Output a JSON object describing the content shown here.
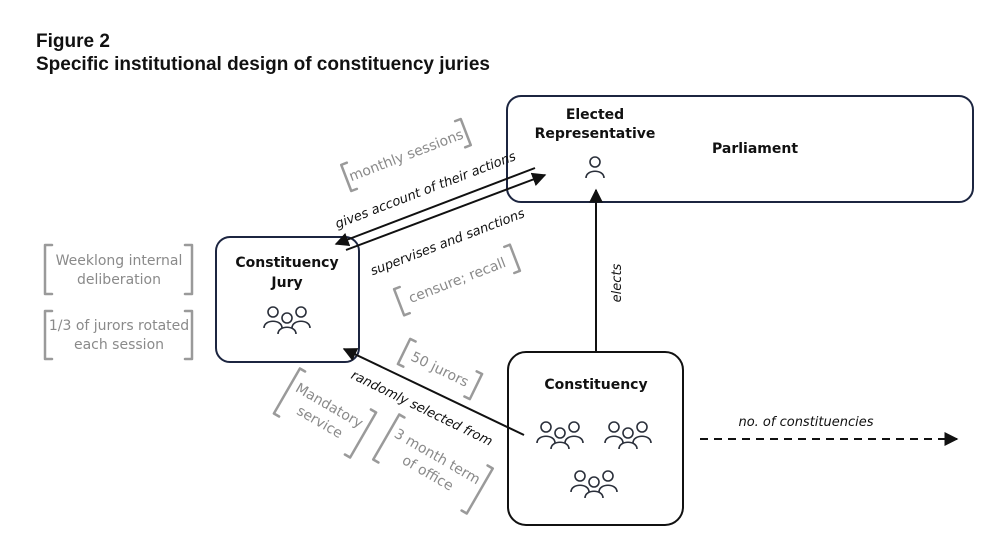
{
  "figure": {
    "label": "Figure 2",
    "title": "Specific institutional design of constituency juries"
  },
  "nodes": {
    "parliament": "Parliament",
    "elected_rep_line1": "Elected",
    "elected_rep_line2": "Representative",
    "jury_line1": "Constituency",
    "jury_line2": "Jury",
    "constituency": "Constituency"
  },
  "edges": {
    "gives_account": "gives account of their actions",
    "supervises": "supervises and sanctions",
    "elects": "elects",
    "randomly_selected": "randomly selected from",
    "no_of_constituencies": "no. of constituencies"
  },
  "annotations": {
    "monthly_sessions": "monthly sessions",
    "censure_recall": "censure; recall",
    "weeklong_line1": "Weeklong internal",
    "weeklong_line2": "deliberation",
    "rotated_line1": "1/3 of jurors rotated",
    "rotated_line2": "each session",
    "fifty_jurors": "50 jurors",
    "mandatory_line1": "Mandatory",
    "mandatory_line2": "service",
    "term_line1": "3 month term",
    "term_line2": "of office"
  },
  "icons": [
    "person-icon",
    "group-icon"
  ]
}
